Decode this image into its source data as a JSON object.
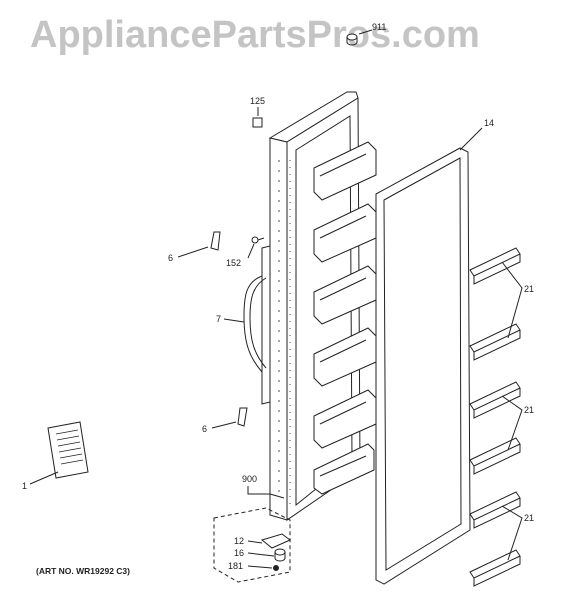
{
  "watermark": "AppliancePartsPros.com",
  "art_number": "(ART NO. WR19292 C3)",
  "callouts": {
    "c911": "911",
    "c125": "125",
    "c14": "14",
    "c6a": "6",
    "c152": "152",
    "c7": "7",
    "c6b": "6",
    "c1": "1",
    "c900": "900",
    "c12": "12",
    "c16": "16",
    "c181": "181",
    "c21a": "21",
    "c21b": "21",
    "c21c": "21"
  },
  "colors": {
    "line": "#222222",
    "watermark": "#c4c4c4"
  }
}
